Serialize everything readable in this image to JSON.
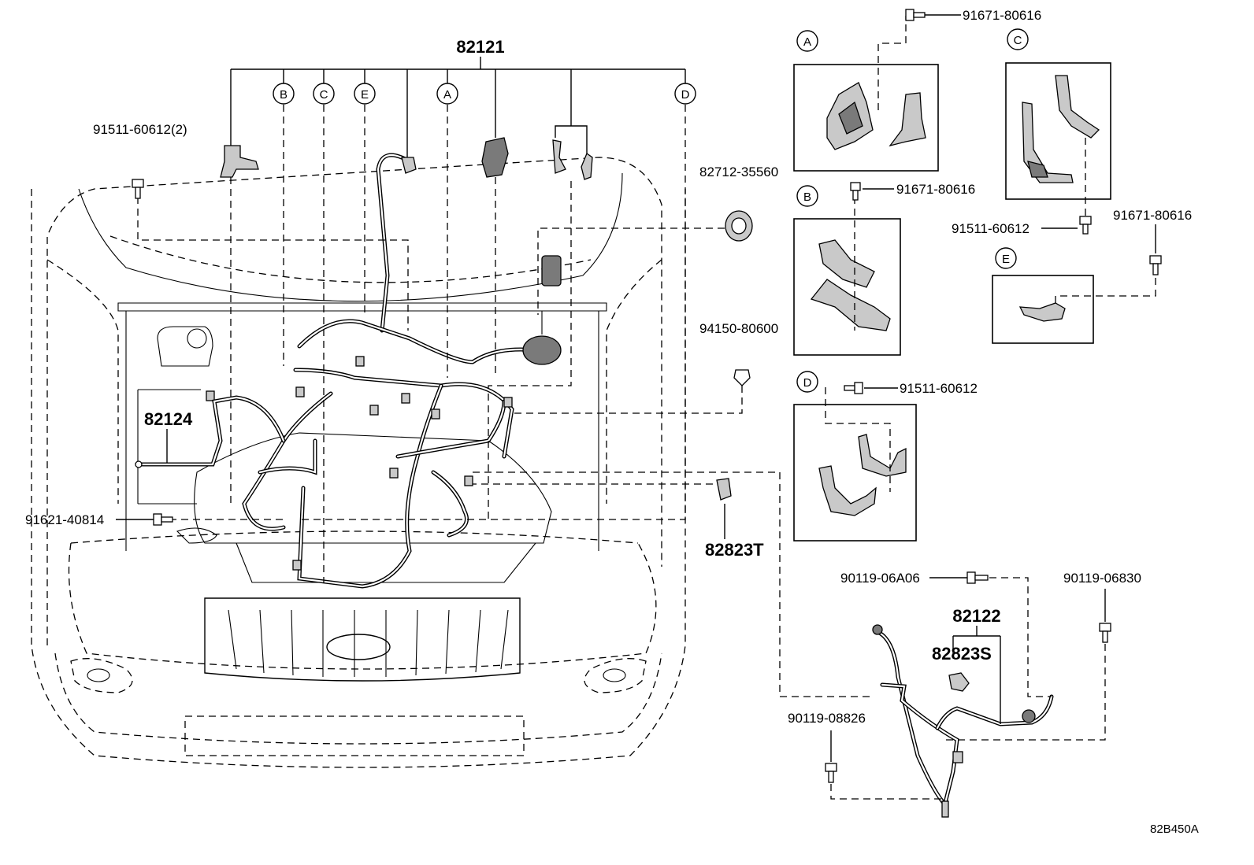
{
  "diagram": {
    "parts": {
      "main_harness": "82121",
      "bolt_91511_60612_2": "91511-60612(2)",
      "grommet": "82712-35560",
      "clip": "94150-80600",
      "side_harness": "82124",
      "bolt_91621_40814": "91621-40814",
      "connector_82823T": "82823T",
      "bolt_91671_80616_A": "91671-80616",
      "bolt_91671_80616_B": "91671-80616",
      "bolt_91511_60612_C": "91511-60612",
      "bolt_91671_80616_E": "91671-80616",
      "bolt_91511_60612_D": "91511-60612",
      "bolt_90119_06A06": "90119-06A06",
      "bolt_90119_06830": "90119-06830",
      "engine_room_harness": "82122",
      "connector_82823S": "82823S",
      "bolt_90119_08826": "90119-08826"
    },
    "callouts": [
      "B",
      "C",
      "E",
      "A",
      "D"
    ],
    "detail_labels": [
      "A",
      "B",
      "C",
      "D",
      "E"
    ],
    "reference_code": "82B450A"
  }
}
